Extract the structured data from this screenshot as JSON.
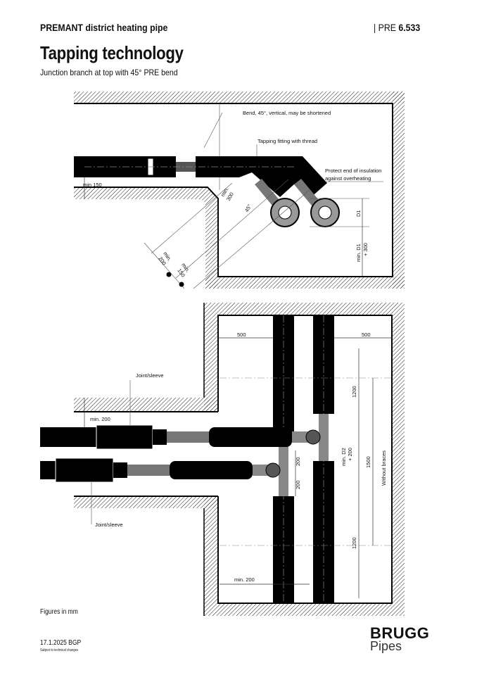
{
  "header": {
    "product": "PREMANT district heating pipe",
    "doc_prefix": "PRE",
    "doc_number": "6.533"
  },
  "title": "Tapping technology",
  "subtitle": "Junction branch at top with 45° PRE bend",
  "top_drawing": {
    "labels": {
      "bend": "Bend, 45°, vertical, may be shortened",
      "fitting": "Tapping fitting with thread",
      "protect1": "Protect end of insulation",
      "protect2": "against overheating",
      "min150_top": "min 150",
      "min300a": "min.",
      "min300b": "300",
      "angle": "45°",
      "d1": "D1",
      "mind1a": "min. D1",
      "mind1b": "+ 300",
      "min200a": "min.",
      "min200b": "200",
      "min150a": "min.",
      "min150b": "150"
    }
  },
  "bottom_drawing": {
    "labels": {
      "w500_left": "500",
      "w500_right": "500",
      "joint_top": "Joint/sleeve",
      "joint_bottom": "Joint/sleeve",
      "min200_side": "min. 200",
      "h1200_top": "1200",
      "h1200_bottom": "1200",
      "h1500": "1500",
      "braces": "Without braces",
      "mind2a": "min. D2",
      "mind2b": "+ 200",
      "h200a": "200",
      "h200b": "200",
      "min200_bottom": "min. 200"
    }
  },
  "footer": {
    "figures": "Figures in mm",
    "date": "17.1.2025   BGP",
    "changes": "Subject to technical changes",
    "brand": "BRUGG",
    "brand_sub": "Pipes"
  }
}
